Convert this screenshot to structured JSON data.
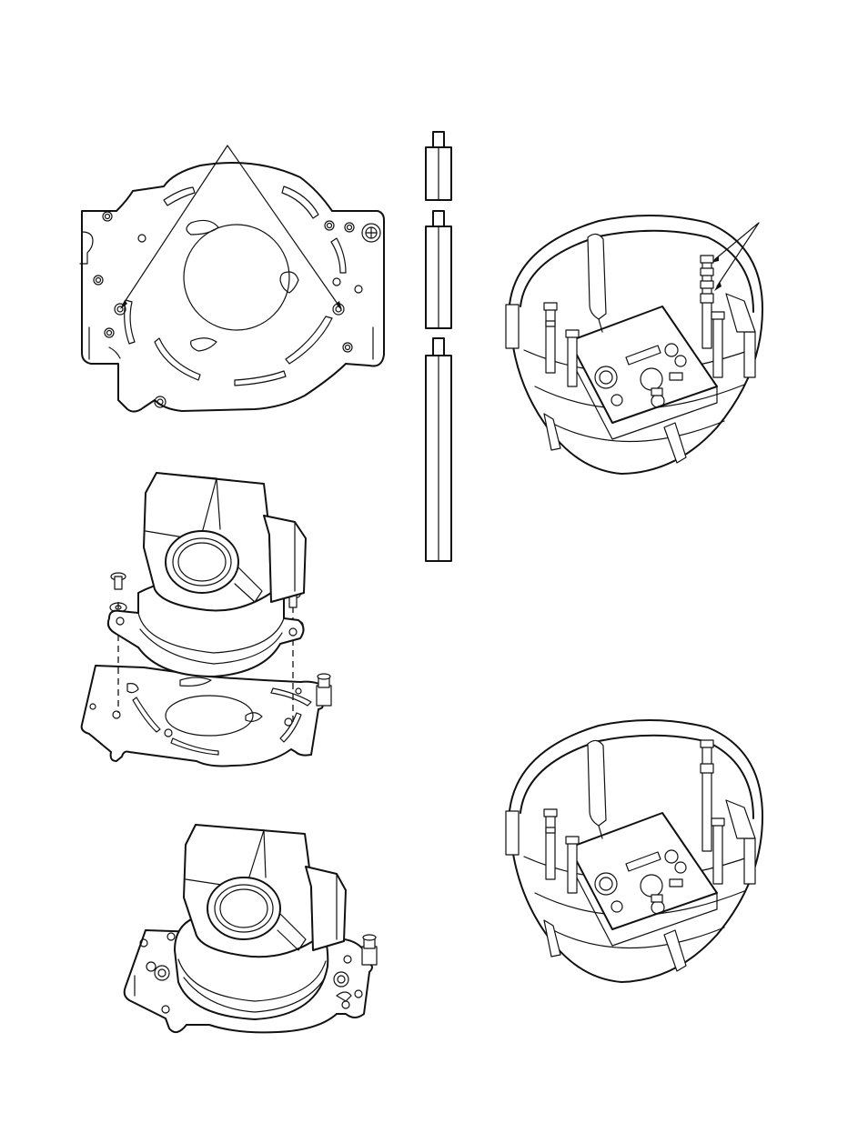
{
  "figures": [
    {
      "id": "mounting-plate",
      "icons": [
        "mounting-plate-icon",
        "callout-arrow-icon"
      ]
    },
    {
      "id": "standoffs",
      "icons": [
        "short-standoff-icon",
        "medium-standoff-icon",
        "long-standoff-icon"
      ]
    },
    {
      "id": "dome-with-standoffs",
      "icons": [
        "dome-housing-icon",
        "callout-arrow-icon"
      ]
    },
    {
      "id": "camera-exploded",
      "icons": [
        "camera-icon",
        "screw-icon",
        "lock-washer-icon",
        "mounting-plate-icon"
      ]
    },
    {
      "id": "camera-mounted",
      "icons": [
        "camera-icon",
        "mounting-plate-icon"
      ]
    },
    {
      "id": "dome-assembled",
      "icons": [
        "dome-housing-icon"
      ]
    }
  ],
  "colors": {
    "line": "#111111",
    "background": "#ffffff"
  }
}
